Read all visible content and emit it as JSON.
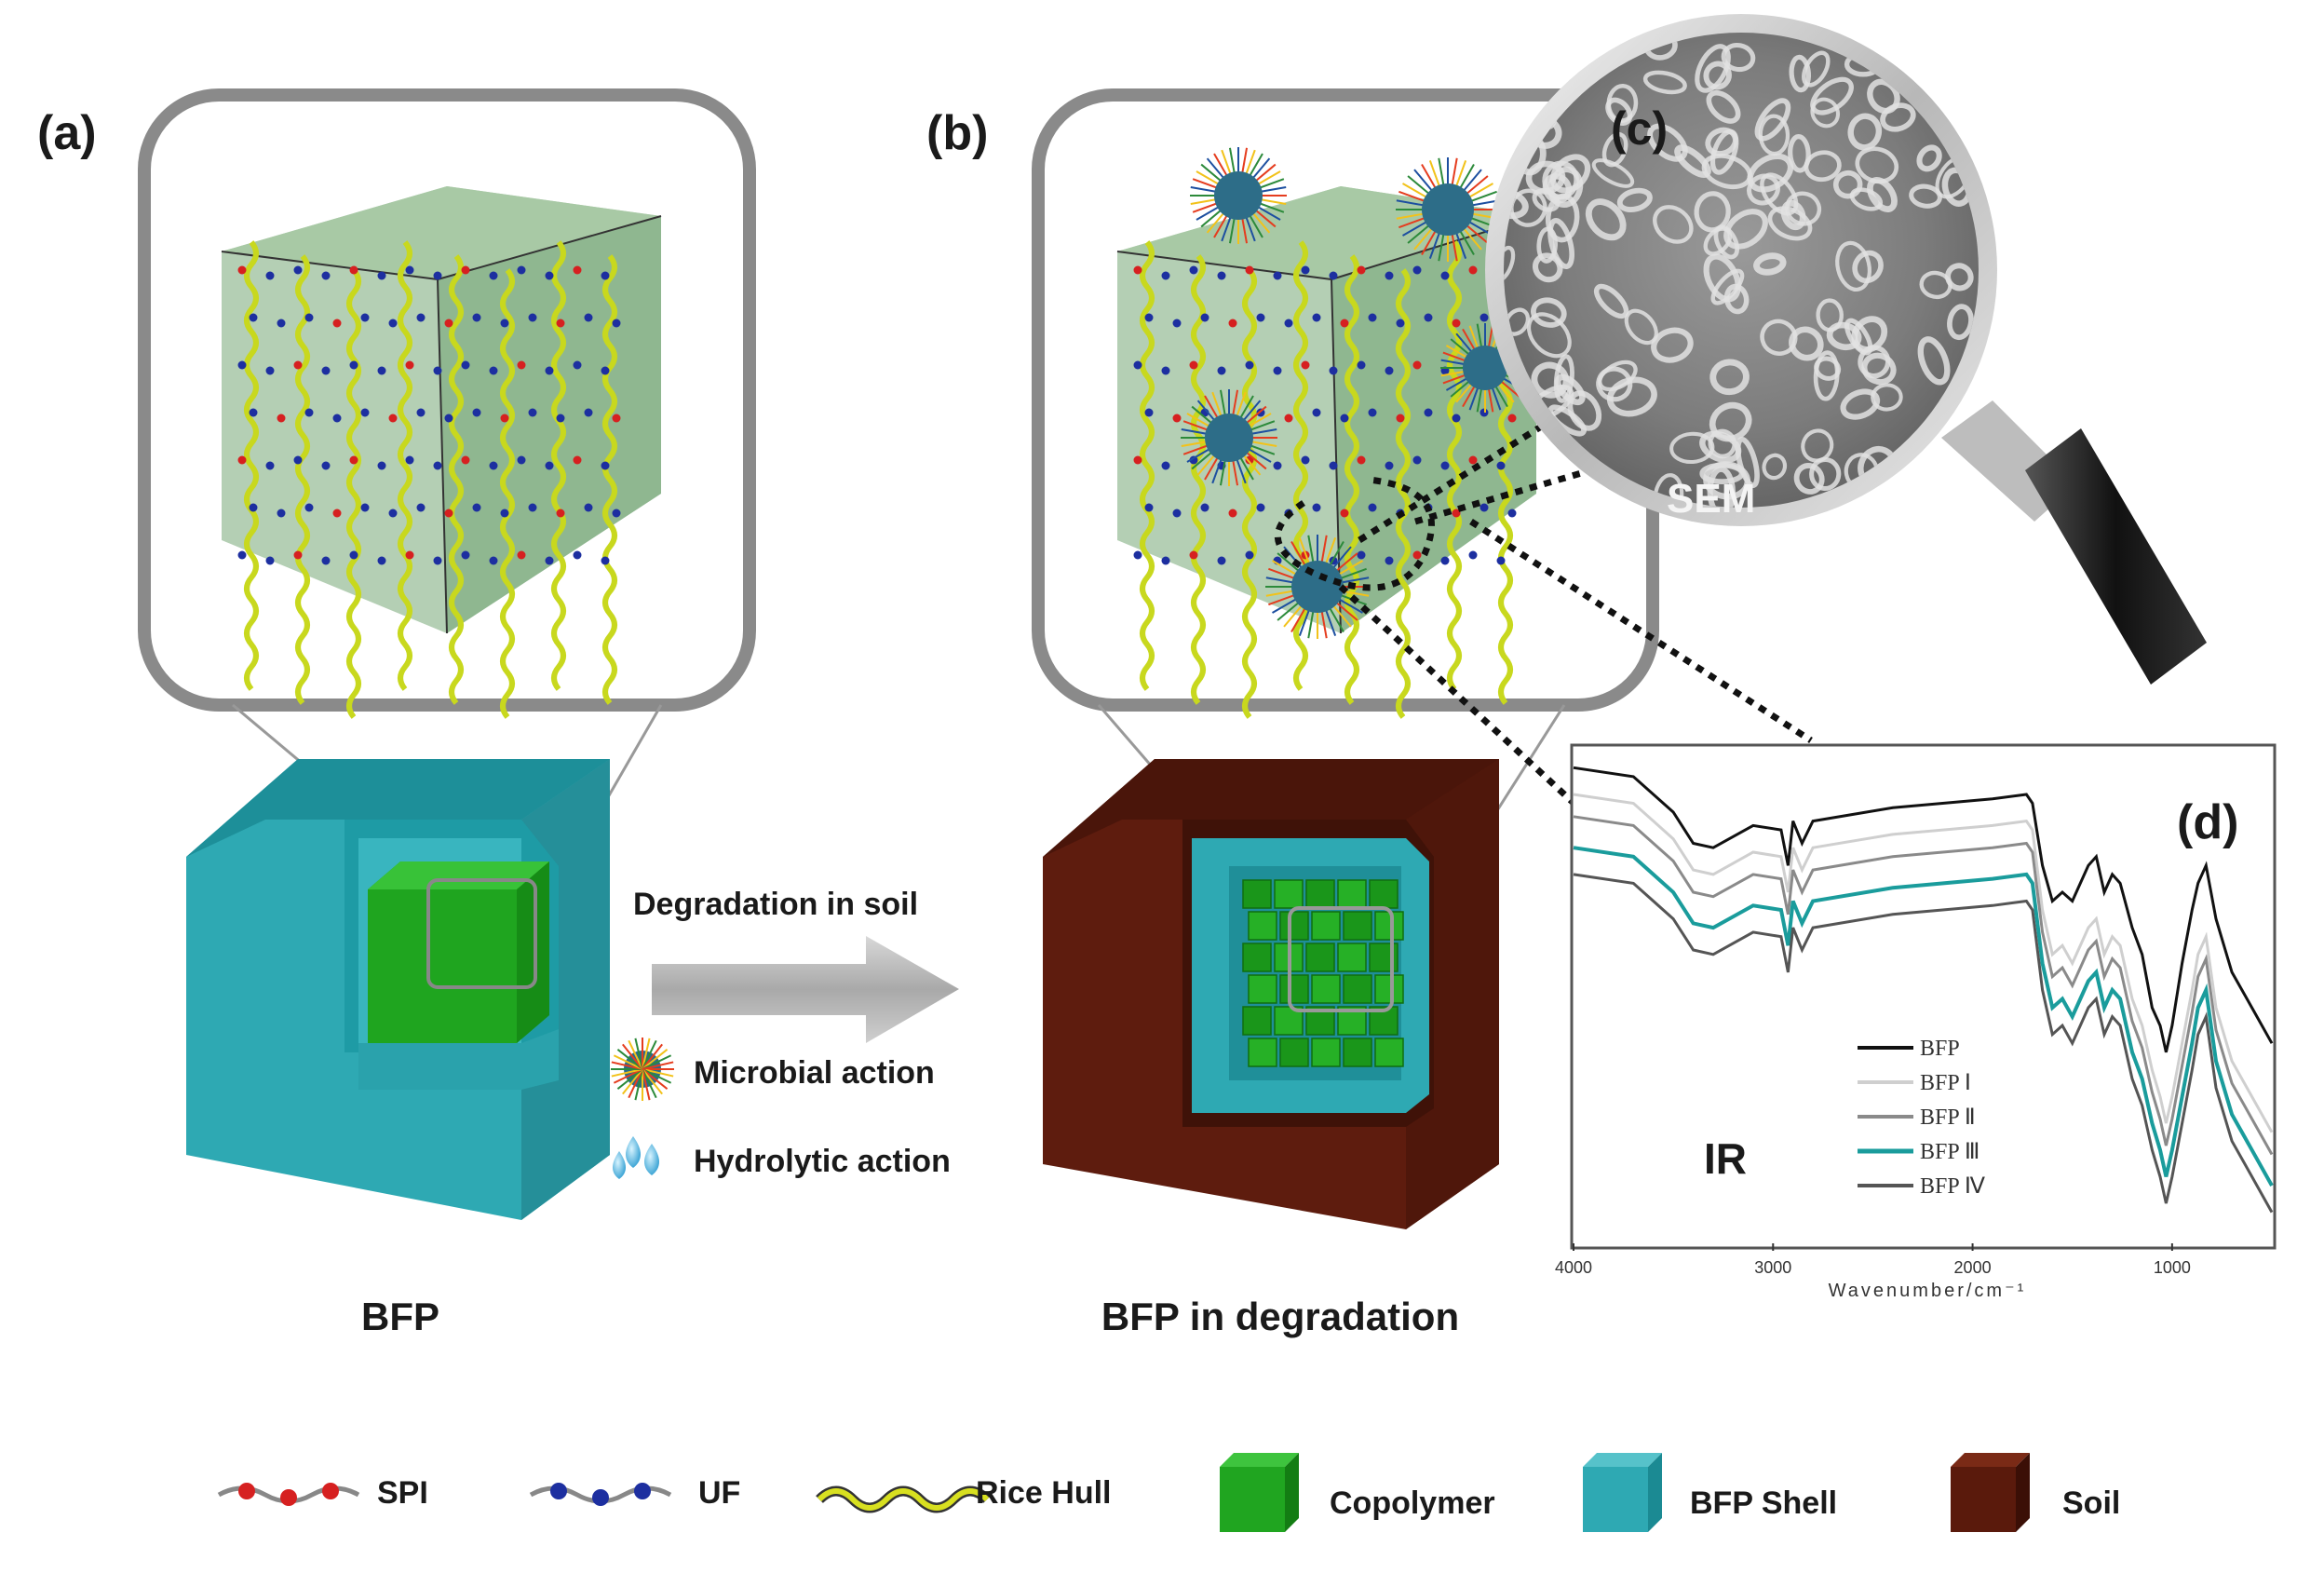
{
  "panels": {
    "a": {
      "label": "(a)",
      "caption": "BFP"
    },
    "b": {
      "label": "(b)",
      "caption": "BFP in degradation"
    },
    "c": {
      "label": "(c)",
      "sem": "SEM"
    },
    "d": {
      "label": "(d)",
      "ir": "IR"
    }
  },
  "process": {
    "arrow_label": "Degradation in soil",
    "actions": [
      "Microbial action",
      "Hydrolytic action"
    ]
  },
  "legend": {
    "items": [
      {
        "label": "SPI",
        "icon": "spi-chain-icon"
      },
      {
        "label": "UF",
        "icon": "uf-chain-icon"
      },
      {
        "label": "Rice Hull",
        "icon": "rice-hull-icon"
      },
      {
        "label": "Copolymer",
        "icon": "copolymer-cube-icon"
      },
      {
        "label": "BFP  Shell",
        "icon": "shell-cube-icon"
      },
      {
        "label": "Soil",
        "icon": "soil-cube-icon"
      }
    ]
  },
  "colors": {
    "shell": "#2aa7b0",
    "copolymer": "#1ea31e",
    "soil": "#5a1a0c",
    "spi_bead": "#d62020",
    "uf_bead": "#1d2fa0",
    "rice_hull": "#c8d81e",
    "ir_highlight": "#1a9c9c"
  },
  "chart_data": {
    "type": "line",
    "xlabel": "Wavenumber/cm⁻¹",
    "xticks": [
      "4000",
      "3000",
      "2000",
      "1000"
    ],
    "xlim": [
      4000,
      500
    ],
    "legend_position": "bottom-center",
    "x": [
      4000,
      3700,
      3500,
      3400,
      3300,
      3100,
      2960,
      2925,
      2900,
      2855,
      2800,
      2400,
      1900,
      1730,
      1700,
      1650,
      1600,
      1550,
      1500,
      1460,
      1420,
      1380,
      1340,
      1300,
      1260,
      1200,
      1150,
      1100,
      1060,
      1030,
      1000,
      950,
      900,
      870,
      830,
      780,
      700,
      600,
      500
    ],
    "series": [
      {
        "name": "BFP",
        "color": "#111111",
        "values": [
          92,
          90,
          82,
          75,
          74,
          79,
          78,
          70,
          80,
          75,
          80,
          83,
          85,
          86,
          84,
          70,
          62,
          64,
          62,
          66,
          70,
          72,
          64,
          68,
          66,
          56,
          50,
          38,
          34,
          28,
          34,
          48,
          60,
          66,
          70,
          58,
          46,
          38,
          30
        ]
      },
      {
        "name": "BFP Ⅰ",
        "color": "#cfcfcf",
        "values": [
          86,
          84,
          76,
          69,
          68,
          73,
          72,
          64,
          74,
          69,
          74,
          77,
          79,
          80,
          78,
          60,
          50,
          52,
          48,
          52,
          56,
          58,
          50,
          54,
          52,
          40,
          34,
          24,
          18,
          12,
          18,
          30,
          42,
          50,
          54,
          38,
          26,
          18,
          10
        ]
      },
      {
        "name": "BFP Ⅱ",
        "color": "#8a8a8a",
        "values": [
          81,
          79,
          71,
          64,
          63,
          68,
          67,
          59,
          69,
          64,
          69,
          72,
          74,
          75,
          73,
          55,
          45,
          47,
          43,
          47,
          51,
          53,
          45,
          49,
          47,
          35,
          29,
          19,
          13,
          7,
          13,
          25,
          37,
          45,
          49,
          33,
          21,
          13,
          5
        ]
      },
      {
        "name": "BFP Ⅲ",
        "color": "#1a9c9c",
        "values": [
          74,
          72,
          64,
          57,
          56,
          61,
          60,
          52,
          62,
          57,
          62,
          65,
          67,
          68,
          66,
          48,
          38,
          40,
          36,
          40,
          44,
          46,
          38,
          42,
          40,
          28,
          22,
          12,
          6,
          0,
          6,
          18,
          30,
          38,
          42,
          26,
          14,
          6,
          -2
        ]
      },
      {
        "name": "BFP Ⅳ",
        "color": "#555555",
        "values": [
          68,
          66,
          58,
          51,
          50,
          55,
          54,
          46,
          56,
          51,
          56,
          59,
          61,
          62,
          60,
          42,
          32,
          34,
          30,
          34,
          38,
          40,
          32,
          36,
          34,
          22,
          16,
          6,
          0,
          -6,
          0,
          12,
          24,
          32,
          36,
          20,
          8,
          0,
          -8
        ]
      }
    ]
  }
}
